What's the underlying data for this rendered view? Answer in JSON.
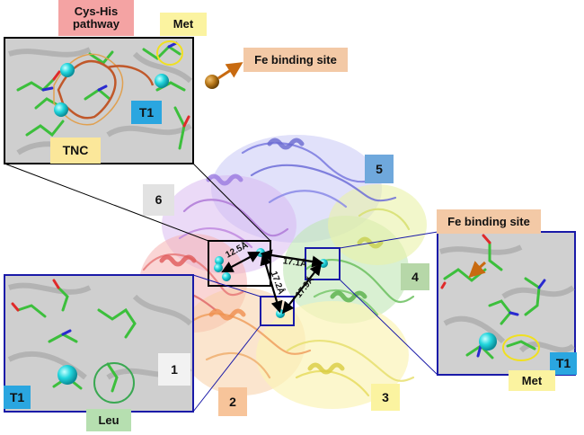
{
  "labels": {
    "cys_his_pathway": "Cys-His\npathway",
    "met_top": "Met",
    "fe_binding_top": "Fe binding site",
    "t1_top": "T1",
    "tnc": "TNC",
    "domain_5": "5",
    "domain_6": "6",
    "domain_4": "4",
    "domain_1": "1",
    "domain_2": "2",
    "domain_3": "3",
    "fe_binding_right": "Fe binding site",
    "t1_right": "T1",
    "met_right": "Met",
    "t1_left": "T1",
    "leu": "Leu"
  },
  "distances": {
    "d1": "12.5Å",
    "d2": "17.1Å",
    "d3": "17.2Å",
    "d4": "17.9Å"
  },
  "colors": {
    "cys_his_bg": "#f4a3a3",
    "met_bg": "#fbf3a0",
    "fe_bg": "#f3c9a6",
    "t1_bg": "#2aa6e0",
    "tnc_bg": "#fbe79a",
    "domain5_bg": "#6fa8dc",
    "domain6_bg": "#e2e2e2",
    "domain4_bg": "#b6d7a8",
    "domain1_bg": "#f2f2f2",
    "domain2_bg": "#f7c49a",
    "domain3_bg": "#fbf3a0",
    "leu_bg": "#b6dfb0",
    "copper": "#1fd0d8",
    "iron": "#b8781a",
    "inset_border_blue": "#1a1aa8"
  }
}
